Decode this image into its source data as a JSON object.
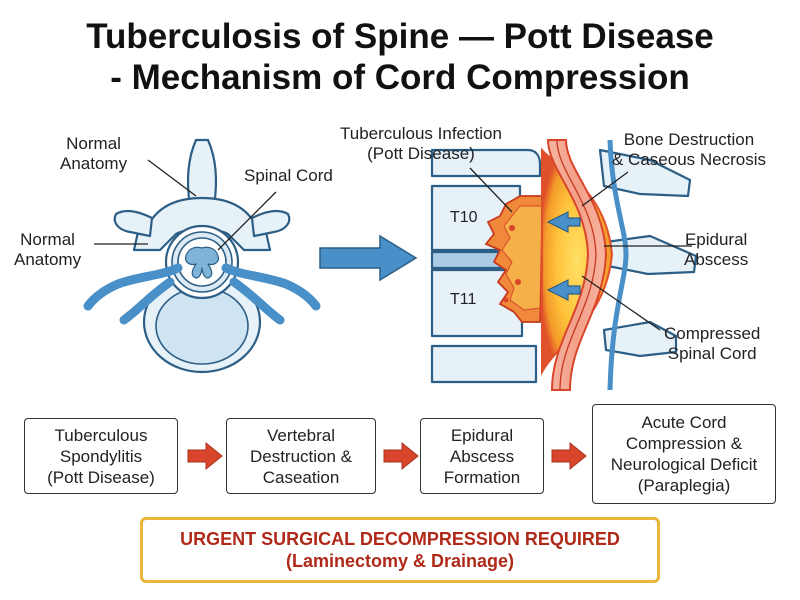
{
  "title": {
    "line1": "Tuberculosis of Spine — Pott Disease",
    "line2": "- Mechanism of Cord Compression"
  },
  "left_panel": {
    "normal_anatomy_top": [
      "Normal",
      "Anatomy"
    ],
    "normal_anatomy_left": [
      "Normal",
      "Anatomy"
    ],
    "spinal_cord": "Spinal Cord"
  },
  "right_panel": {
    "infection": [
      "Tuberculous Infection",
      "(Pott Disease)"
    ],
    "bone_destruction": [
      "Bone Destruction",
      "& Caseous Necrosis"
    ],
    "epidural_abscess": [
      "Epidural",
      "Abscess"
    ],
    "compressed_cord": [
      "Compressed",
      "Spinal Cord"
    ],
    "vertebra_upper": "T10",
    "vertebra_lower": "T11"
  },
  "flow": [
    {
      "lines": [
        "Tuberculous",
        "Spondylitis",
        "(Pott Disease)"
      ]
    },
    {
      "lines": [
        "Vertebral",
        "Destruction &",
        "Caseation"
      ]
    },
    {
      "lines": [
        "Epidural",
        "Abscess",
        "Formation"
      ]
    },
    {
      "lines": [
        "Acute Cord",
        "Compression &",
        "Neurological Deficit",
        "(Paraplegia)"
      ]
    }
  ],
  "urgent": {
    "line1": "URGENT SURGICAL DECOMPRESSION REQUIRED",
    "line2": "(Laminectomy & Drainage)"
  },
  "colors": {
    "bone_outline": "#2d5f86",
    "bone_fill": "#e6f1f8",
    "nerve_blue": "#4a90c8",
    "abscess_orange": "#f39a2a",
    "abscess_yellow": "#ffd24a",
    "infection_red": "#d9452a",
    "flow_arrow_red": "#d9452a",
    "urgent_border": "#e8b73a",
    "urgent_text": "#b02a1a"
  }
}
